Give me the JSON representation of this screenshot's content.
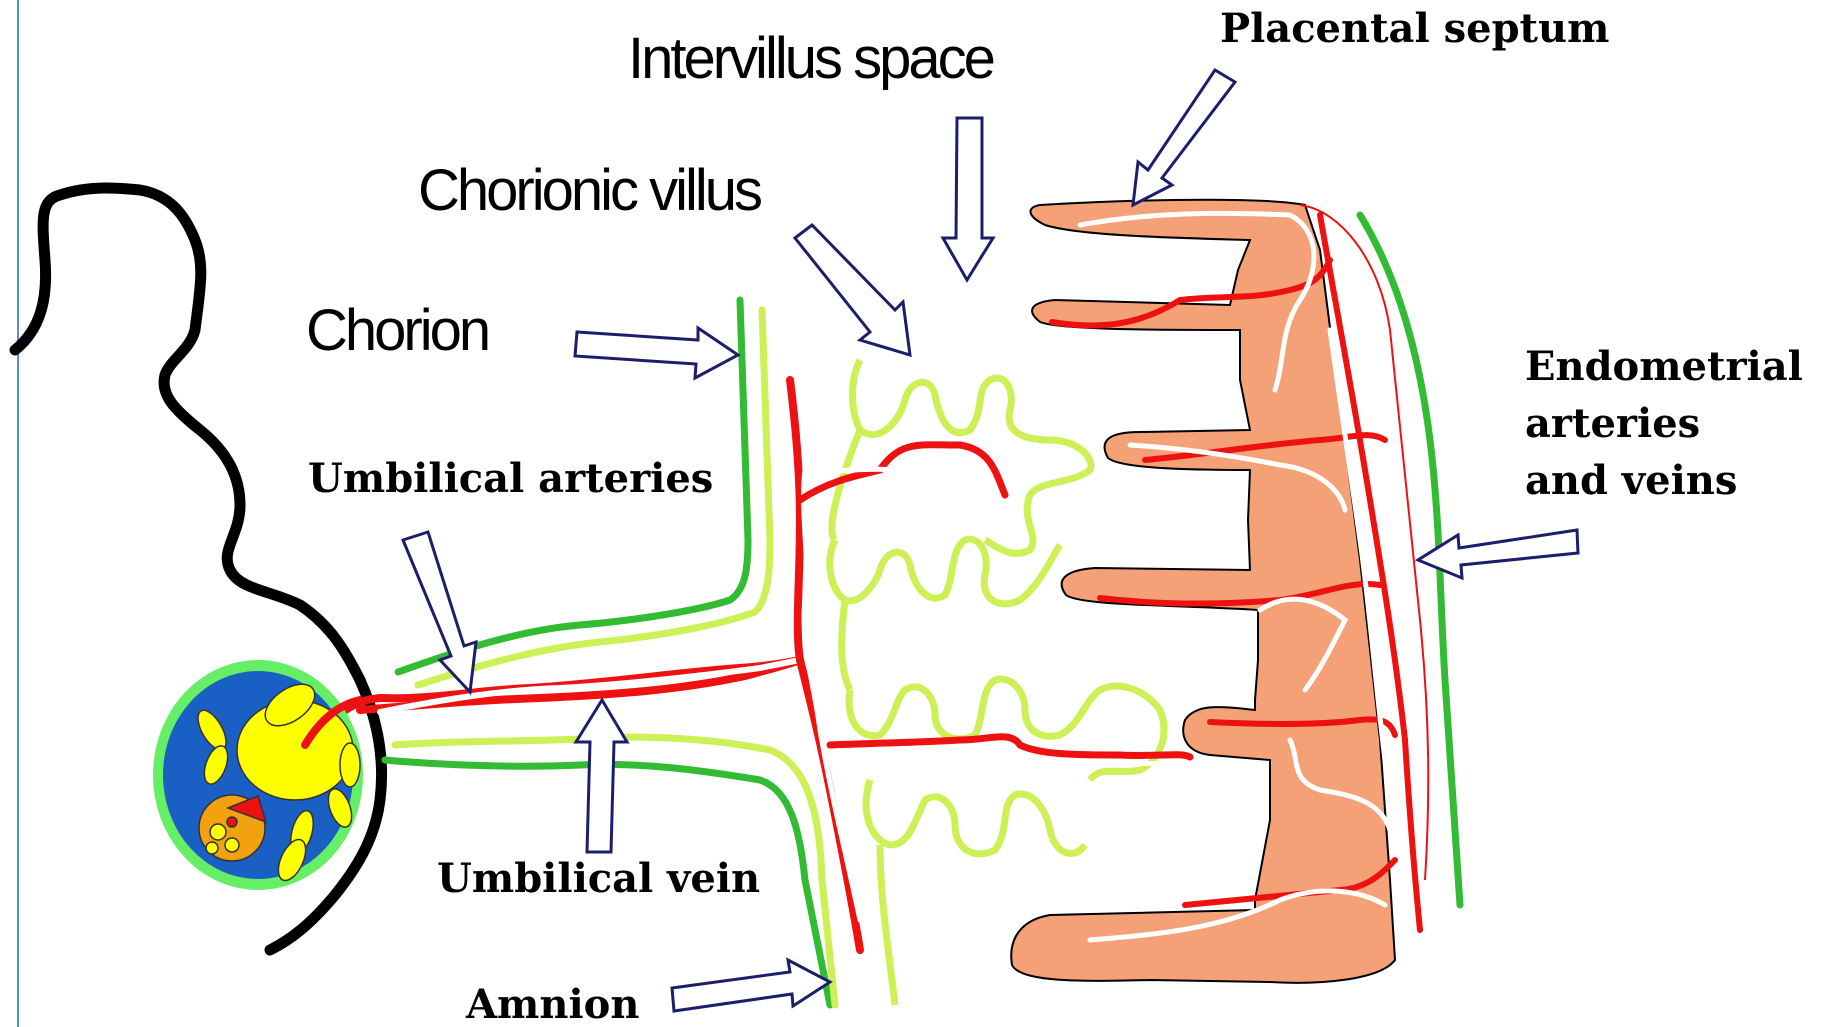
{
  "labels": {
    "intervillus_space": "Intervillus space",
    "placental_septum": "Placental septum",
    "chorionic_villus": "Chorionic villus",
    "chorion": "Chorion",
    "endometrial_line1": "Endometrial",
    "endometrial_line2": "arteries",
    "endometrial_line3": "and veins",
    "umbilical_arteries": "Umbilical arteries",
    "umbilical_vein": "Umbilical vein",
    "amnion": "Amnion"
  },
  "colors": {
    "uterine_wall": "#000000",
    "chorion_membrane": "#33bb33",
    "amnion_membrane": "#ccf055",
    "artery": "#ee1111",
    "vein": "#ffffff",
    "septum_tissue": "#f4a177",
    "embryo": "#ffff00",
    "amniotic_fluid": "#1a60c4",
    "amniotic_rim": "#66ee66",
    "arrow_outline": "#1b1f6b"
  }
}
